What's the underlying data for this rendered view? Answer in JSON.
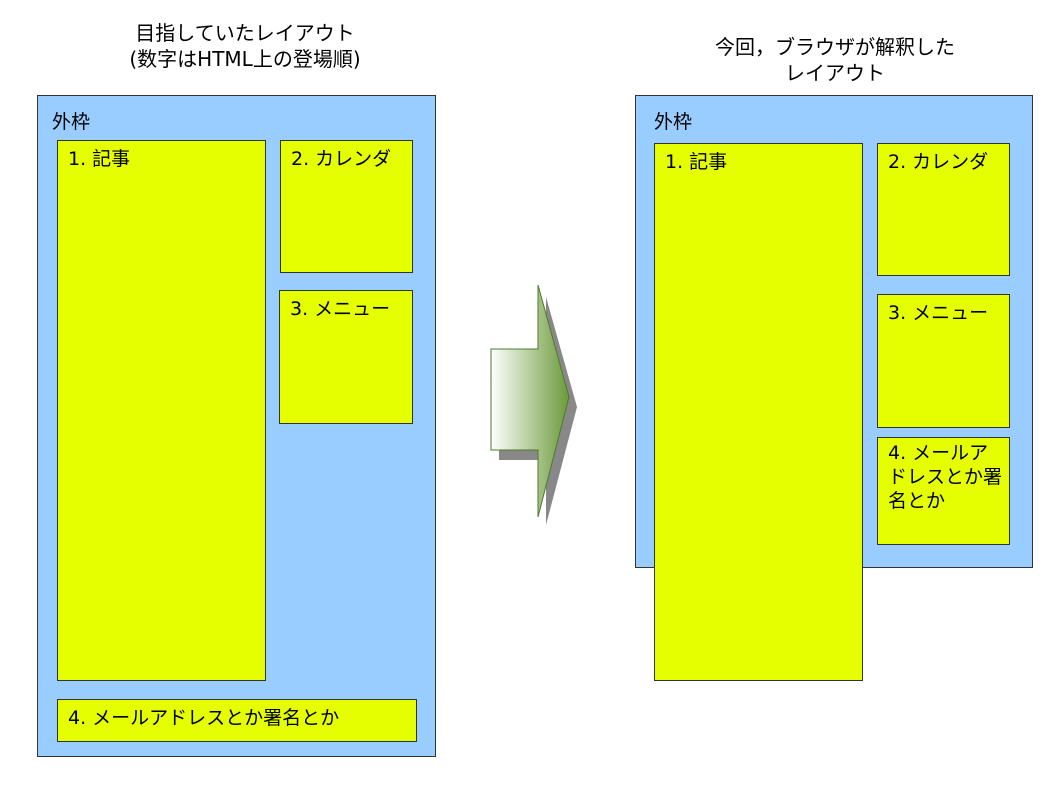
{
  "left": {
    "title_line1": "目指していたレイアウト",
    "title_line2": "(数字はHTML上の登場順)",
    "outer_label": "外枠",
    "article": "1. 記事",
    "calendar": "2. カレンダ",
    "menu": "3. メニュー",
    "footer": "4. メールアドレスとか署名とか"
  },
  "right": {
    "title_line1": "今回，ブラウザが解釈した",
    "title_line2": "レイアウト",
    "outer_label": "外枠",
    "article": "1. 記事",
    "calendar": "2. カレンダ",
    "menu": "3. メニュー",
    "footer": "4. メールアドレスとか署名とか"
  },
  "colors": {
    "outer_fill": "#99ccff",
    "box_fill": "#e6ff00",
    "border": "#333333",
    "arrow_dark": "#6b9a3a",
    "arrow_light": "#ffffff"
  },
  "icons": {
    "arrow": "right-arrow-icon"
  }
}
